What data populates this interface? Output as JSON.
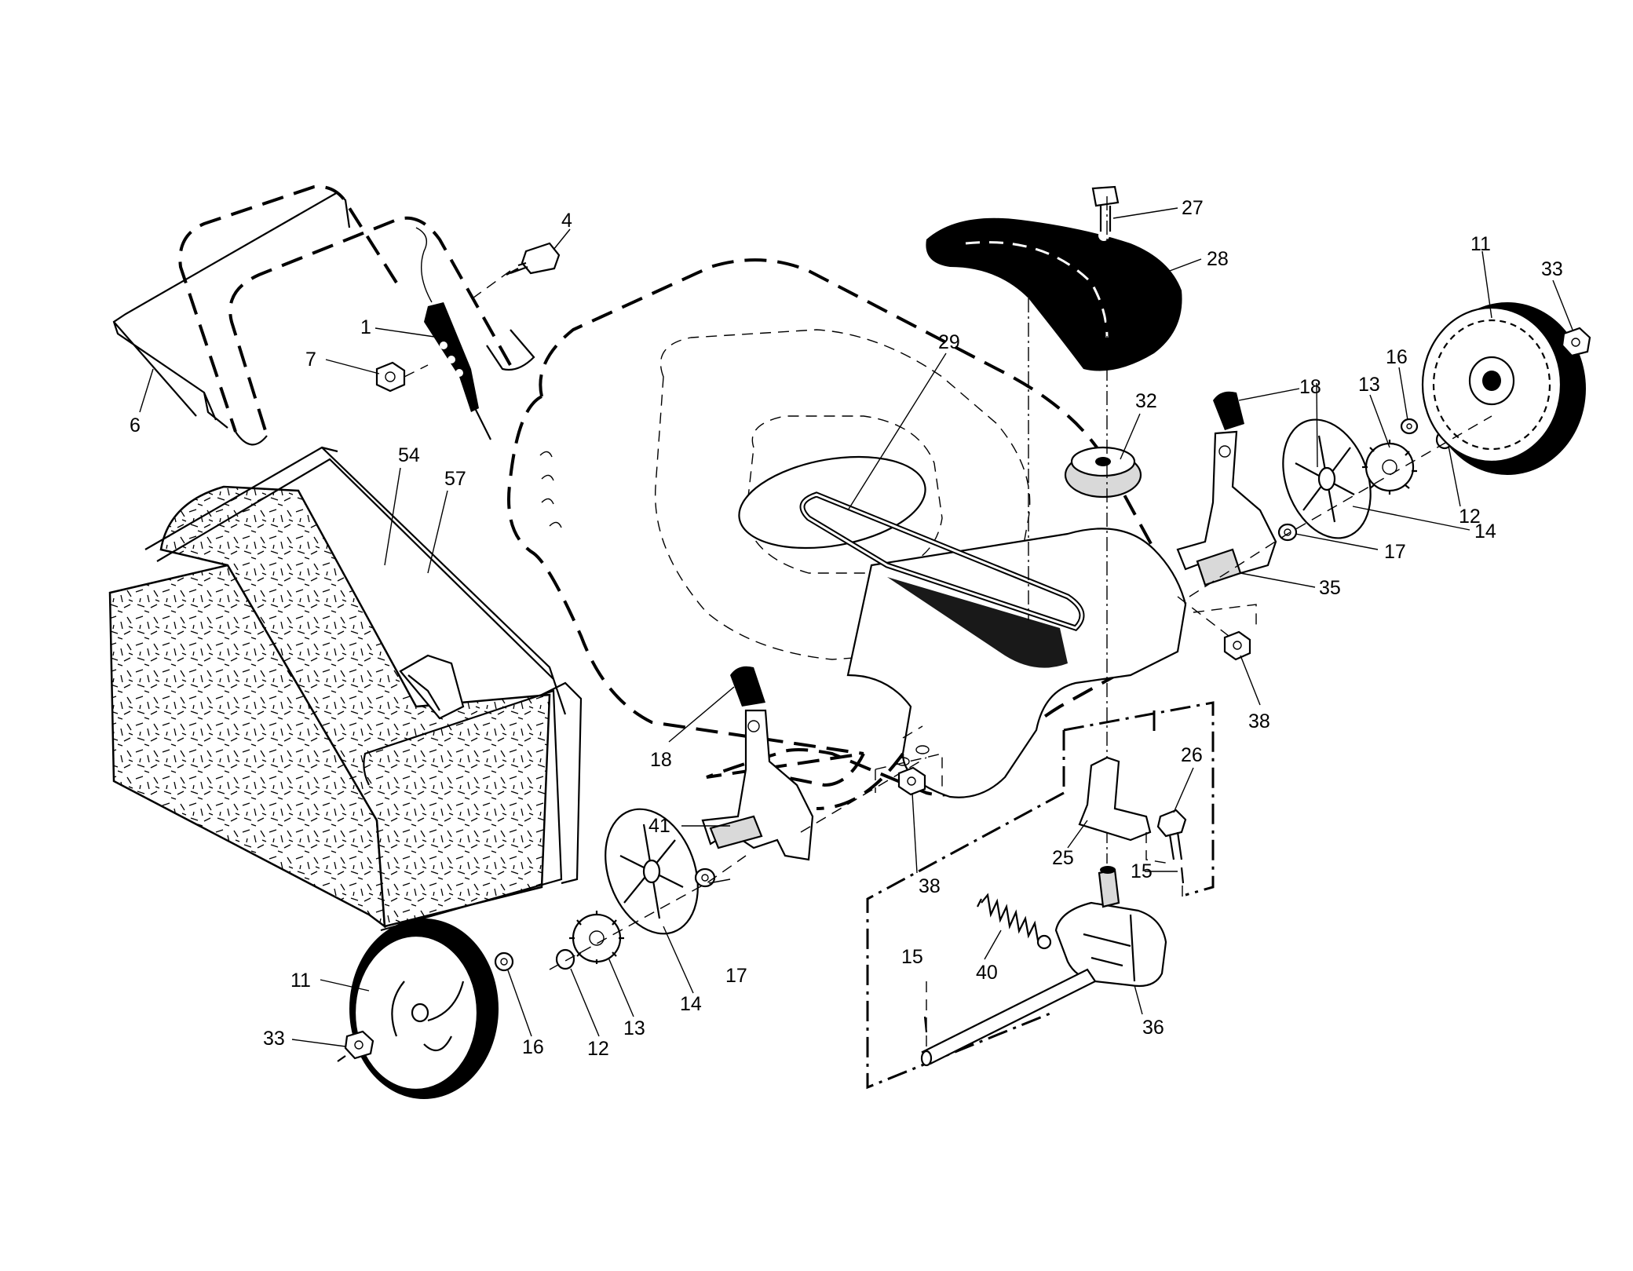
{
  "diagram": {
    "callouts": [
      {
        "id": "c1",
        "label": "1"
      },
      {
        "id": "c4",
        "label": "4"
      },
      {
        "id": "c6",
        "label": "6"
      },
      {
        "id": "c7",
        "label": "7"
      },
      {
        "id": "c11a",
        "label": "11"
      },
      {
        "id": "c11b",
        "label": "11"
      },
      {
        "id": "c12a",
        "label": "12"
      },
      {
        "id": "c12b",
        "label": "12"
      },
      {
        "id": "c13a",
        "label": "13"
      },
      {
        "id": "c13b",
        "label": "13"
      },
      {
        "id": "c14a",
        "label": "14"
      },
      {
        "id": "c14b",
        "label": "14"
      },
      {
        "id": "c15a",
        "label": "15"
      },
      {
        "id": "c15b",
        "label": "15"
      },
      {
        "id": "c16a",
        "label": "16"
      },
      {
        "id": "c16b",
        "label": "16"
      },
      {
        "id": "c17a",
        "label": "17"
      },
      {
        "id": "c17b",
        "label": "17"
      },
      {
        "id": "c18a",
        "label": "18"
      },
      {
        "id": "c18b",
        "label": "18"
      },
      {
        "id": "c25",
        "label": "25"
      },
      {
        "id": "c26",
        "label": "26"
      },
      {
        "id": "c27",
        "label": "27"
      },
      {
        "id": "c28",
        "label": "28"
      },
      {
        "id": "c29",
        "label": "29"
      },
      {
        "id": "c32",
        "label": "32"
      },
      {
        "id": "c33a",
        "label": "33"
      },
      {
        "id": "c33b",
        "label": "33"
      },
      {
        "id": "c35",
        "label": "35"
      },
      {
        "id": "c36",
        "label": "36"
      },
      {
        "id": "c38a",
        "label": "38"
      },
      {
        "id": "c38b",
        "label": "38"
      },
      {
        "id": "c40",
        "label": "40"
      },
      {
        "id": "c41",
        "label": "41"
      },
      {
        "id": "c54",
        "label": "54"
      },
      {
        "id": "c57",
        "label": "57"
      }
    ]
  }
}
